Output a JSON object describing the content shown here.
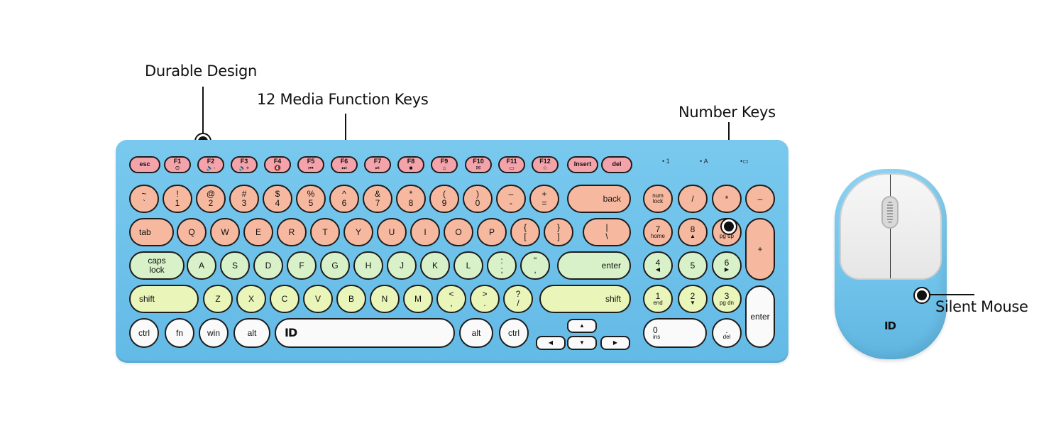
{
  "callouts": {
    "durable": "Durable Design",
    "media": "12 Media Function Keys",
    "number": "Number Keys",
    "mouse": "Silent Mouse"
  },
  "indicators": {
    "num": "1",
    "caps": "A"
  },
  "logo": "ID",
  "colors": {
    "keyboard_body": "#6fc2eb",
    "function_keys": "#f4a3ab",
    "upper_keys": "#f6b9a0",
    "middle_keys": "#d8f1c8",
    "lower_keys": "#e9f5b9",
    "bottom_keys": "#fafafa",
    "mouse_body": "#7ccbef"
  },
  "function_row": [
    {
      "l": "esc",
      "s": ""
    },
    {
      "l": "F1",
      "s": "⊙"
    },
    {
      "l": "F2",
      "s": "🔈-"
    },
    {
      "l": "F3",
      "s": "🔈+"
    },
    {
      "l": "F4",
      "s": "🔇"
    },
    {
      "l": "F5",
      "s": "⏮"
    },
    {
      "l": "F6",
      "s": "⏭"
    },
    {
      "l": "F7",
      "s": "⏯"
    },
    {
      "l": "F8",
      "s": "■"
    },
    {
      "l": "F9",
      "s": "⌂"
    },
    {
      "l": "F10",
      "s": "✉"
    },
    {
      "l": "F11",
      "s": "▭"
    },
    {
      "l": "F12",
      "s": "☆"
    },
    {
      "l": "Insert",
      "s": ""
    },
    {
      "l": "del",
      "s": ""
    }
  ],
  "number_row": [
    {
      "t": "~",
      "b": "`"
    },
    {
      "t": "!",
      "b": "1"
    },
    {
      "t": "@",
      "b": "2"
    },
    {
      "t": "#",
      "b": "3"
    },
    {
      "t": "$",
      "b": "4"
    },
    {
      "t": "%",
      "b": "5"
    },
    {
      "t": "^",
      "b": "6"
    },
    {
      "t": "&",
      "b": "7"
    },
    {
      "t": "*",
      "b": "8"
    },
    {
      "t": "(",
      "b": "9"
    },
    {
      "t": ")",
      "b": "0"
    },
    {
      "t": "–",
      "b": "-"
    },
    {
      "t": "+",
      "b": "="
    },
    {
      "t": "back",
      "b": ""
    }
  ],
  "qwerty_row": [
    {
      "t": "tab",
      "b": ""
    },
    {
      "t": "Q",
      "b": ""
    },
    {
      "t": "W",
      "b": ""
    },
    {
      "t": "E",
      "b": ""
    },
    {
      "t": "R",
      "b": ""
    },
    {
      "t": "T",
      "b": ""
    },
    {
      "t": "Y",
      "b": ""
    },
    {
      "t": "U",
      "b": ""
    },
    {
      "t": "I",
      "b": ""
    },
    {
      "t": "O",
      "b": ""
    },
    {
      "t": "P",
      "b": ""
    },
    {
      "t": "{",
      "b": "["
    },
    {
      "t": "}",
      "b": "]"
    },
    {
      "t": "|",
      "b": "\\"
    }
  ],
  "home_row": [
    {
      "t": "caps lock",
      "b": ""
    },
    {
      "t": "A",
      "b": ""
    },
    {
      "t": "S",
      "b": ""
    },
    {
      "t": "D",
      "b": ""
    },
    {
      "t": "F",
      "b": ""
    },
    {
      "t": "G",
      "b": ""
    },
    {
      "t": "H",
      "b": ""
    },
    {
      "t": "J",
      "b": ""
    },
    {
      "t": "K",
      "b": ""
    },
    {
      "t": "L",
      "b": ""
    },
    {
      "t": ":",
      "b": ";"
    },
    {
      "t": "\"",
      "b": ","
    },
    {
      "t": "enter",
      "b": ""
    }
  ],
  "shift_row": [
    {
      "t": "shift",
      "b": ""
    },
    {
      "t": "Z",
      "b": ""
    },
    {
      "t": "X",
      "b": ""
    },
    {
      "t": "C",
      "b": ""
    },
    {
      "t": "V",
      "b": ""
    },
    {
      "t": "B",
      "b": ""
    },
    {
      "t": "N",
      "b": ""
    },
    {
      "t": "M",
      "b": ""
    },
    {
      "t": "<",
      "b": ","
    },
    {
      "t": ">",
      "b": "."
    },
    {
      "t": "?",
      "b": "/"
    },
    {
      "t": "shift",
      "b": ""
    }
  ],
  "bottom_row": [
    {
      "t": "ctrl",
      "b": ""
    },
    {
      "t": "fn",
      "b": ""
    },
    {
      "t": "win",
      "b": ""
    },
    {
      "t": "alt",
      "b": ""
    },
    {
      "t": "",
      "b": ""
    },
    {
      "t": "alt",
      "b": ""
    },
    {
      "t": "ctrl",
      "b": ""
    }
  ],
  "arrows": [
    "▲",
    "◀",
    "▼",
    "▶"
  ],
  "numpad": [
    {
      "t": "num",
      "b": "lock"
    },
    {
      "t": "/",
      "b": ""
    },
    {
      "t": "*",
      "b": ""
    },
    {
      "t": "–",
      "b": ""
    },
    {
      "t": "7",
      "b": "home"
    },
    {
      "t": "8",
      "b": "▲"
    },
    {
      "t": "9",
      "b": "pg up"
    },
    {
      "t": "+",
      "b": ""
    },
    {
      "t": "4",
      "b": "◀"
    },
    {
      "t": "5",
      "b": ""
    },
    {
      "t": "6",
      "b": "▶"
    },
    {
      "t": "1",
      "b": "end"
    },
    {
      "t": "2",
      "b": "▼"
    },
    {
      "t": "3",
      "b": "pg dn"
    },
    {
      "t": "enter",
      "b": ""
    },
    {
      "t": "0",
      "b": "ins"
    },
    {
      "t": ".",
      "b": "del"
    }
  ]
}
